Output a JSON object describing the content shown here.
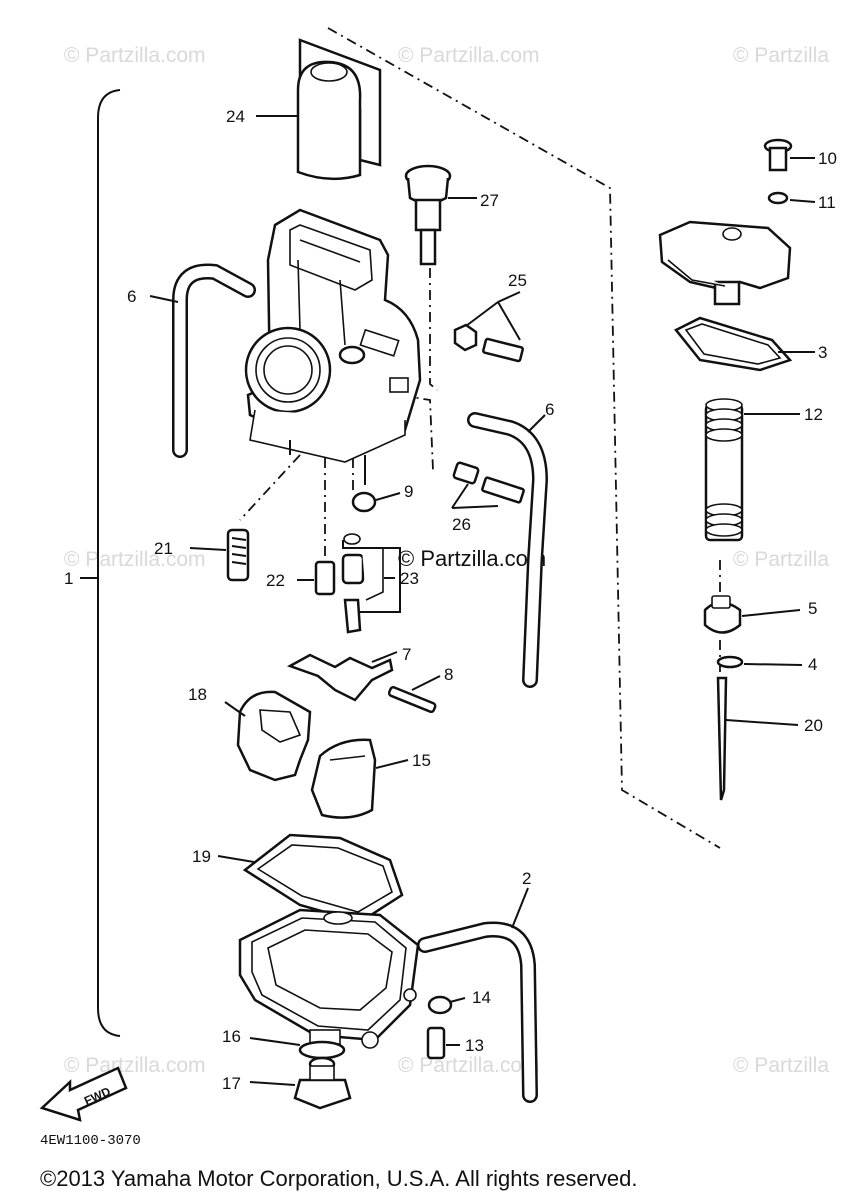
{
  "watermarks": {
    "top_left": "© Partzilla.com",
    "top_center": "© Partzilla.com",
    "top_right": "© Partzilla",
    "mid_left": "© Partzilla.com",
    "mid_center": "© Partzilla.com",
    "mid_right": "© Partzilla",
    "bot_left": "© Partzilla.com",
    "bot_center": "© Partzilla.com",
    "bot_right": "© Partzilla"
  },
  "callouts": {
    "c1": "1",
    "c2": "2",
    "c3": "3",
    "c4": "4",
    "c5": "5",
    "c6a": "6",
    "c6b": "6",
    "c7": "7",
    "c8": "8",
    "c9": "9",
    "c10": "10",
    "c11": "11",
    "c12": "12",
    "c13": "13",
    "c14": "14",
    "c15": "15",
    "c16": "16",
    "c17": "17",
    "c18": "18",
    "c19": "19",
    "c20": "20",
    "c21": "21",
    "c22": "22",
    "c23": "23",
    "c24": "24",
    "c25": "25",
    "c26": "26",
    "c27": "27"
  },
  "fwd_label": "FWD",
  "diagram_code": "4EW1100-3070",
  "copyright": "©2013 Yamaha Motor Corporation, U.S.A. All rights reserved."
}
